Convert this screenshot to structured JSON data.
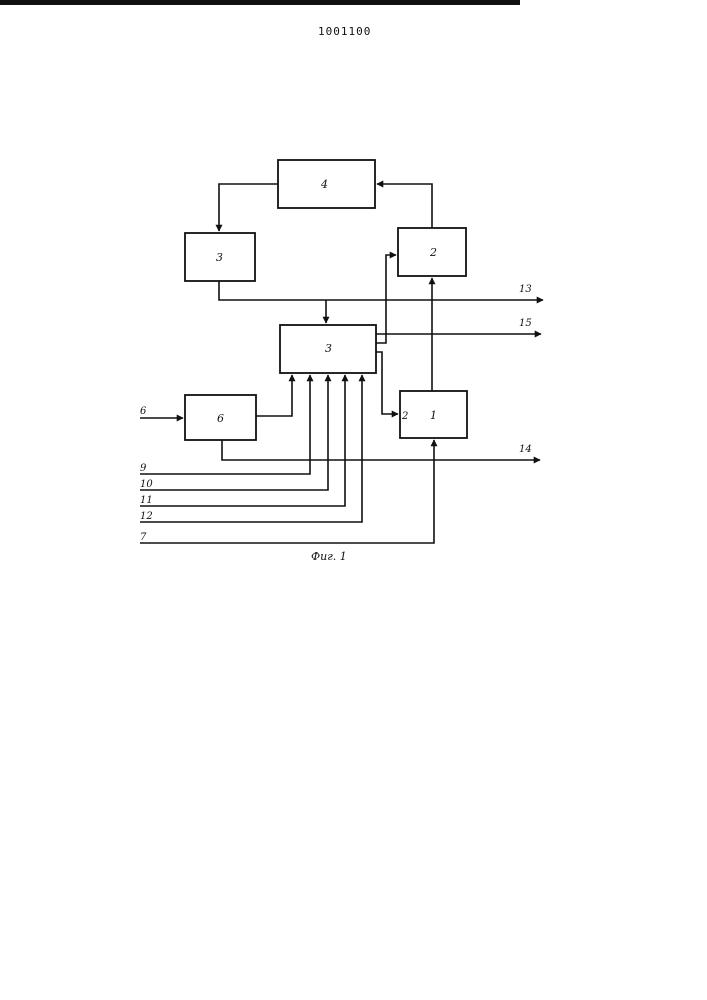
{
  "document": {
    "number": "1001100"
  },
  "diagram": {
    "blocks": {
      "b4": "4",
      "b3": "3",
      "b2": "2",
      "bc": "3",
      "b6": "6",
      "b1": "1"
    },
    "block1_input_label": "2",
    "signals": {
      "in_6": "6",
      "in_9": "9",
      "in_10": "10",
      "in_11": "11",
      "in_12": "12",
      "in_7": "7",
      "out_13": "13",
      "out_15": "15",
      "out_14": "14"
    },
    "caption": "Фиг. 1"
  }
}
